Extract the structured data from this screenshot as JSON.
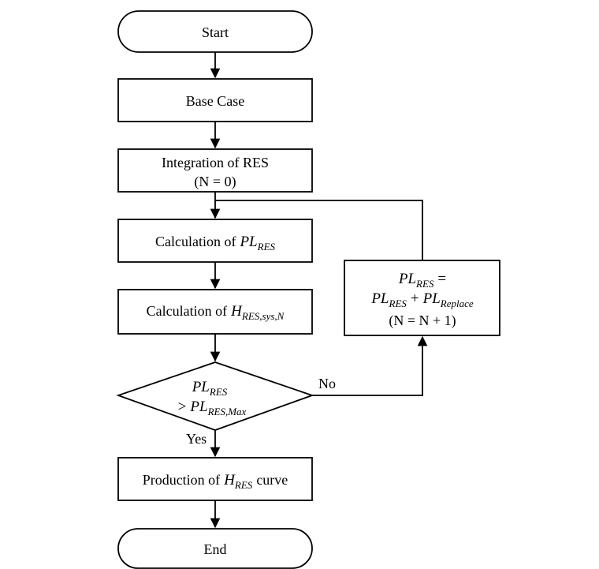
{
  "flowchart": {
    "start": "Start",
    "base_case": "Base Case",
    "integration": {
      "line1": "Integration of RES",
      "line2": "(N = 0)"
    },
    "calc_pl": {
      "prefix": "Calculation of",
      "var": "PL",
      "sub": "RES"
    },
    "calc_h": {
      "prefix": "Calculation of",
      "var": "H",
      "sub": "RES,sys,N"
    },
    "decision": {
      "var1": "PL",
      "sub1": "RES",
      "op": ">",
      "var2": "PL",
      "sub2": "RES,Max"
    },
    "update": {
      "lhs_var": "PL",
      "lhs_sub": "RES",
      "eq": "=",
      "rhs_var1": "PL",
      "rhs_sub1": "RES",
      "plus": "+",
      "rhs_var2": "PL",
      "rhs_sub2": "Replace",
      "counter": "(N = N + 1)"
    },
    "production": {
      "prefix": "Production of",
      "var": "H",
      "sub": "RES",
      "suffix": "curve"
    },
    "end": "End",
    "edge_no": "No",
    "edge_yes": "Yes"
  }
}
